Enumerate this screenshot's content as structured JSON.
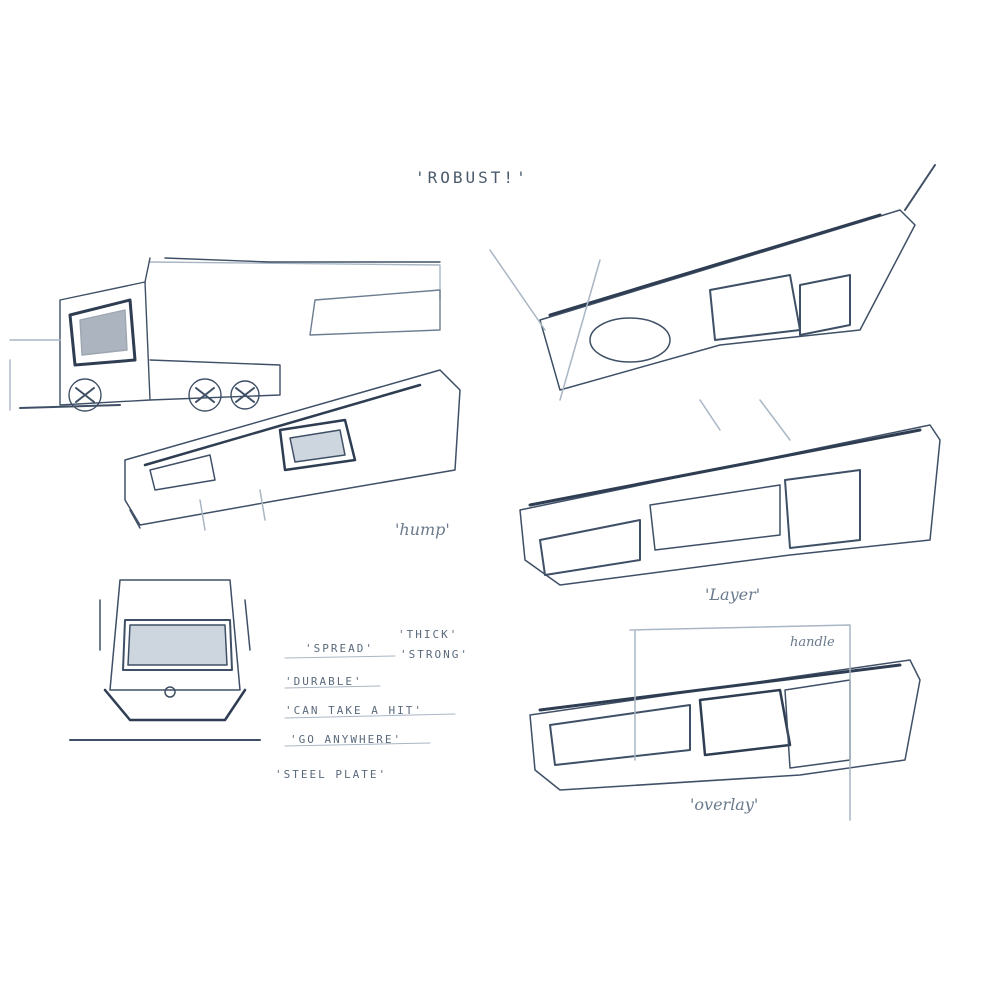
{
  "sketch": {
    "title": "'ROBUST!'",
    "stroke_color": "#3f5066",
    "light_stroke_color": "#a9b6c4",
    "background": "#ffffff"
  },
  "labels": {
    "hump": "'hump'",
    "layer": "'Layer'",
    "overlay": "'overlay'",
    "handle": "handle"
  },
  "keywords": [
    "'SPREAD'",
    "'THICK'",
    "'STRONG'",
    "'DURABLE'",
    "'CAN TAKE A HIT'",
    "'GO ANYWHERE'",
    "'STEEL PLATE'"
  ]
}
